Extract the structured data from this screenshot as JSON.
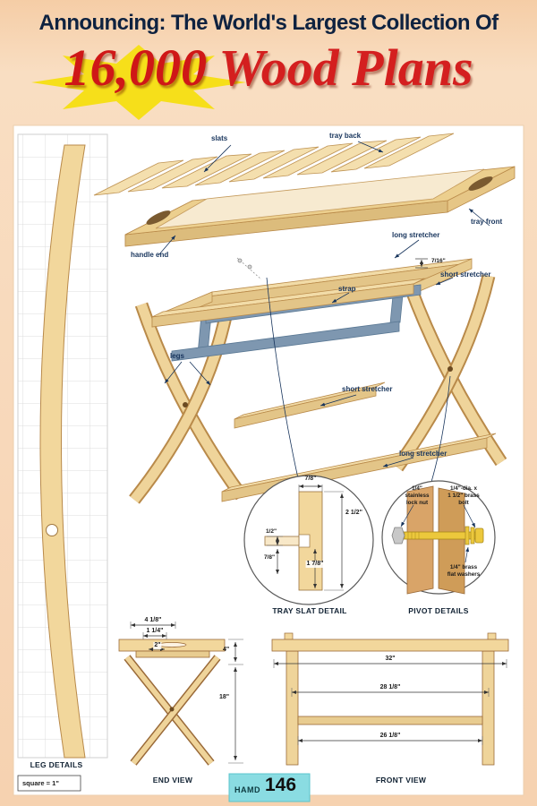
{
  "header": {
    "announcing": "Announcing: The World's Largest Collection Of",
    "headline_number": "16,000",
    "headline_text": " Wood Plans"
  },
  "exploded": {
    "slats": "slats",
    "tray_back": "tray back",
    "tray_front": "tray front",
    "handle_end": "handle end",
    "long_stretcher_top": "long stretcher",
    "gap_dim": "7/16\"",
    "short_stretcher_top": "short stretcher",
    "strap": "strap",
    "legs": "legs",
    "short_stretcher_mid": "short stretcher",
    "long_stretcher_bottom": "long stretcher"
  },
  "leg_details": {
    "title": "LEG DETAILS",
    "scale_note": "square = 1\""
  },
  "tray_slat_detail": {
    "title": "TRAY SLAT DETAIL",
    "dim_top": "7/8\"",
    "dim_right": "2 1/2\"",
    "dim_left_upper": "1/2\"",
    "dim_left_lower": "7/8\"",
    "dim_inner": "1 7/8\""
  },
  "pivot_details": {
    "title": "PIVOT DETAILS",
    "lock_nut": [
      "1/4\"",
      "stainless",
      "lock nut"
    ],
    "bolt": [
      "1/4\"-dia. x",
      "1 1/2\" brass",
      "bolt"
    ],
    "washers": [
      "1/4\" brass",
      "flat washers"
    ]
  },
  "end_view": {
    "title": "END VIEW",
    "dim_top_width": "4 1/8\"",
    "dim_handle": "1 1/4\"",
    "dim_rail": "2\"",
    "dim_tray_height": "4\"",
    "dim_height": "18\""
  },
  "front_view": {
    "title": "FRONT VIEW",
    "dim_width": "32\"",
    "dim_leg_span": "28 1/8\"",
    "dim_stretcher": "26 1/8\""
  },
  "badge": {
    "brand": "HAMD",
    "number": "146"
  },
  "colors": {
    "accent_red": "#d41f1f",
    "navy": "#0e2240",
    "starburst_yellow": "#f6df1a",
    "wood_light": "#f2d79c",
    "strap_blue": "#7e97b0",
    "badge_teal": "#8adce2"
  }
}
